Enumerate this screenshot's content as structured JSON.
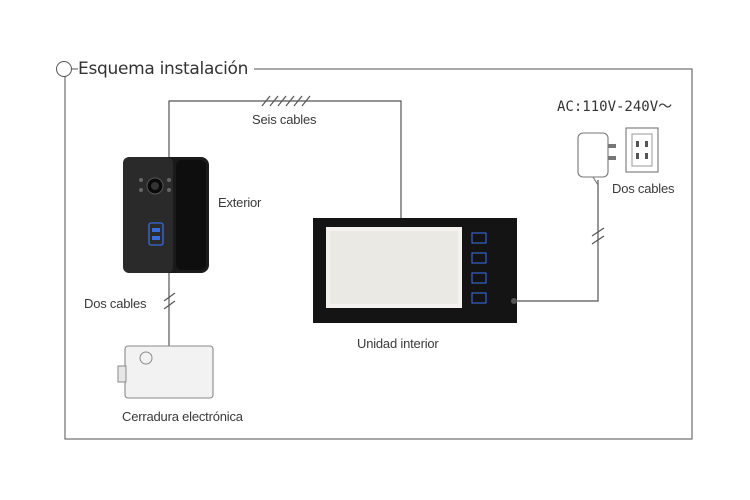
{
  "title": "Esquema instalación",
  "labels": {
    "six_cables": "Seis cables",
    "exterior": "Exterior",
    "two_cables_left": "Dos cables",
    "indoor_unit": "Unidad interior",
    "lock": "Cerradura electrónica",
    "ac": "AC:110V-240V～",
    "two_cables_right": "Dos cables"
  },
  "colors": {
    "frame": "#6e6e6e",
    "wire": "#555555",
    "device_black": "#141414",
    "screen": "#f3f2ef",
    "button_blue": "#3a6ad8",
    "lock_body": "#f2f2f2"
  },
  "icons": [
    "outdoor-camera-unit-icon",
    "indoor-monitor-icon",
    "electronic-lock-icon",
    "power-adapter-icon",
    "wall-socket-icon"
  ]
}
